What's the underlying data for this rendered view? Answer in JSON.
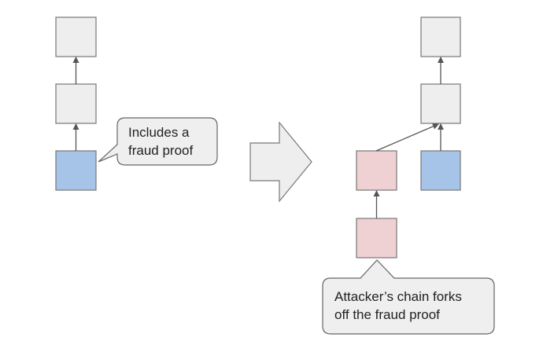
{
  "diagram": {
    "left_chain": {
      "callout": {
        "line1": "Includes a",
        "line2": "fraud proof"
      }
    },
    "right_chain": {
      "callout": {
        "line1": "Attacker’s chain forks",
        "line2": "off the fraud proof"
      }
    }
  },
  "colors": {
    "block_fill": "#eeeeee",
    "block_stroke": "#777777",
    "fraud_proof_block_fill": "#a6c4e8",
    "attacker_block_fill": "#efd0d3",
    "arrow": "#555555",
    "callout_fill": "#efefef",
    "callout_stroke": "#666666"
  }
}
